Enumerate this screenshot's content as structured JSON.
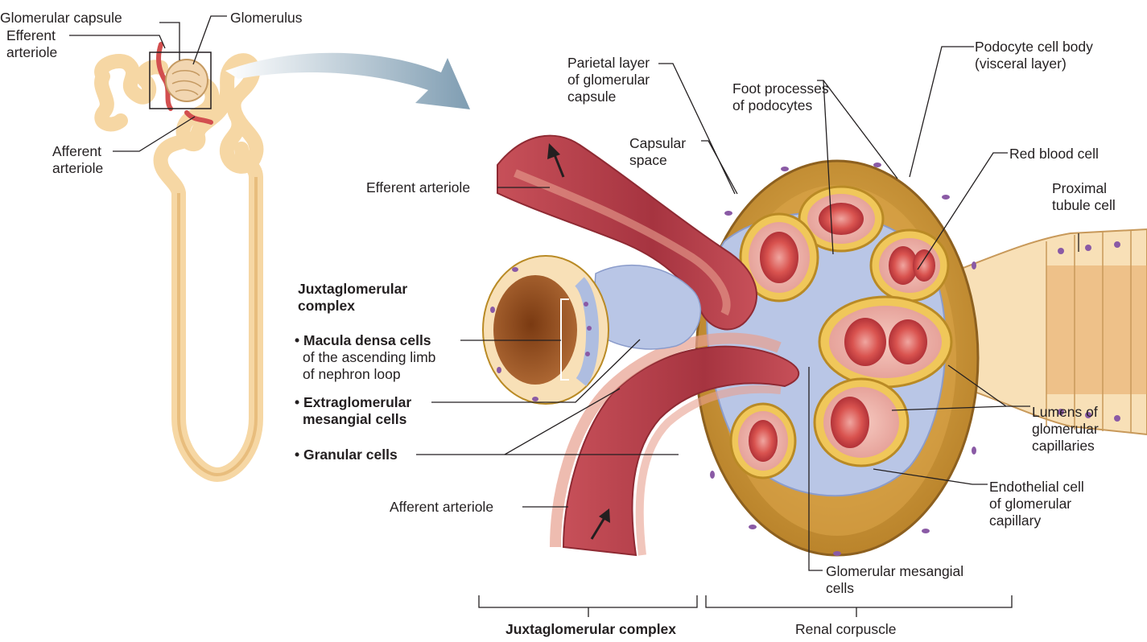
{
  "labels": {
    "glomerular_capsule": "Glomerular capsule",
    "glomerulus": "Glomerulus",
    "efferent_arteriole_small": [
      "Efferent",
      "arteriole"
    ],
    "afferent_arteriole_small": [
      "Afferent",
      "arteriole"
    ],
    "parietal_layer": [
      "Parietal layer",
      "of glomerular",
      "capsule"
    ],
    "foot_processes": [
      "Foot processes",
      "of podocytes"
    ],
    "podocyte_cell_body": [
      "Podocyte cell body",
      "(visceral layer)"
    ],
    "capsular_space": [
      "Capsular",
      "space"
    ],
    "red_blood_cell": "Red blood cell",
    "proximal_tubule_cell": [
      "Proximal",
      "tubule cell"
    ],
    "efferent_arteriole": "Efferent arteriole",
    "jg_complex_heading": [
      "Juxtaglomerular",
      "complex"
    ],
    "macula_densa": [
      "• Macula densa cells",
      "of the ascending limb",
      "of nephron loop"
    ],
    "extraglomerular": [
      "• Extraglomerular",
      "mesangial cells"
    ],
    "granular_cells": "• Granular cells",
    "lumens": [
      "Lumens of",
      "glomerular",
      "capillaries"
    ],
    "endothelial_cell": [
      "Endothelial cell",
      "of glomerular",
      "capillary"
    ],
    "afferent_arteriole": "Afferent arteriole",
    "glomerular_mesangial": [
      "Glomerular mesangial",
      "cells"
    ],
    "jg_complex_bracket": "Juxtaglomerular complex",
    "renal_corpuscle_bracket": "Renal corpuscle"
  },
  "colors": {
    "tubule": "#f6d7a4",
    "capsule": "#d8a243",
    "capsule_dark": "#a8772a",
    "vessel": "#b8434a",
    "vessel_lumen": "#a33a42",
    "vessel_wall": "#d9857b",
    "mesangial": "#aebde0",
    "rbc": "#cc3c3e",
    "podocyte": "#f0c75a",
    "nucleus": "#8a5aa5",
    "arrow": "#8fa9bd",
    "line": "#231f20"
  }
}
